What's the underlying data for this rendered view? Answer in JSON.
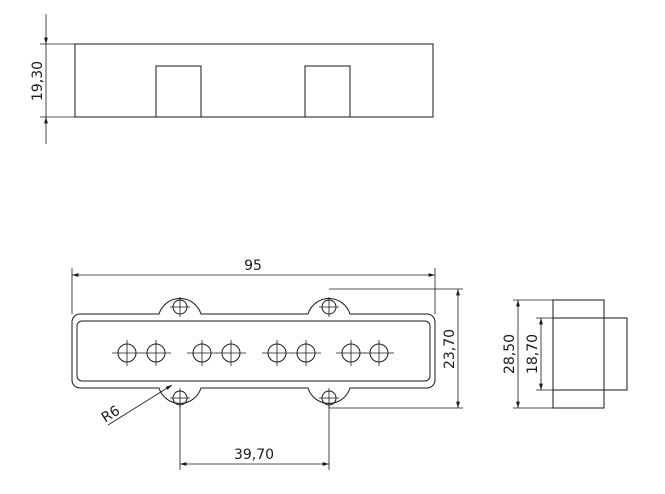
{
  "dimensions": {
    "top_height": "19,30",
    "overall_width": "95",
    "height_outer": "23,70",
    "pole_spacing": "39,70",
    "radius": "R6",
    "side_height_outer": "28,50",
    "side_height_inner": "18,70"
  },
  "views": {
    "top": "top-view",
    "front": "front-view",
    "side": "side-view"
  },
  "colors": {
    "line": "#1a1a1a",
    "background": "#ffffff"
  }
}
